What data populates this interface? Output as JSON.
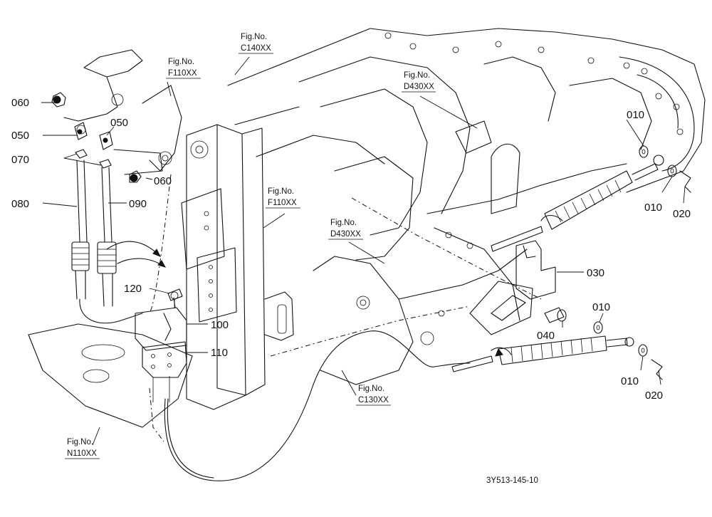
{
  "parts": {
    "p010a": "010",
    "p010b": "010",
    "p010c": "010",
    "p010d": "010",
    "p020a": "020",
    "p020b": "020",
    "p030": "030",
    "p040": "040",
    "p050a": "050",
    "p050b": "050",
    "p060a": "060",
    "p060b": "060",
    "p070": "070",
    "p080": "080",
    "p090": "090",
    "p100": "100",
    "p110": "110",
    "p120": "120"
  },
  "fig_refs": {
    "label": "Fig.No.",
    "f110_top": "F110XX",
    "c140": "C140XX",
    "d430_top": "D430XX",
    "f110_mid": "F110XX",
    "d430_mid": "D430XX",
    "c130": "C130XX",
    "n110": "N110XX"
  },
  "drawing_code": "3Y513-145-10"
}
